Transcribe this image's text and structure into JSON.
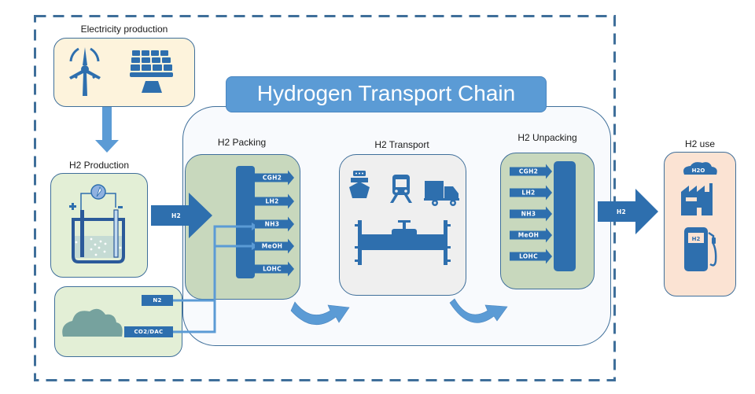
{
  "title": "Hydrogen Transport Chain",
  "stages": {
    "electricity": {
      "label": "Electricity production",
      "icons": [
        "wind-turbine-icon",
        "solar-panel-icon"
      ]
    },
    "production": {
      "label": "H2 Production",
      "icon": "electrolyzer-icon"
    },
    "feedstock": {
      "icon": "cloud-icon",
      "inputs": [
        "N2",
        "CO2/DAC"
      ]
    },
    "packing": {
      "label": "H2 Packing",
      "carriers": [
        "CGH2",
        "LH2",
        "NH3",
        "MeOH",
        "LOHC"
      ]
    },
    "transport": {
      "label": "H2 Transport",
      "icons": [
        "ship-icon",
        "train-icon",
        "truck-icon",
        "pipeline-icon"
      ]
    },
    "unpacking": {
      "label": "H2 Unpacking",
      "carriers": [
        "CGH2",
        "LH2",
        "NH3",
        "MeOH",
        "LOHC"
      ]
    },
    "use": {
      "label": "H2 use",
      "icons": [
        "factory-h2o-icon",
        "h2-fuel-pump-icon"
      ],
      "cloud_text": "H2O",
      "pump_text": "H2"
    }
  },
  "flows": {
    "production_to_packing": "H2",
    "unpacking_to_use": "H2"
  },
  "colors": {
    "primary_blue": "#2e6fae",
    "light_blue": "#5b9bd5",
    "border_blue": "#3f6f9a",
    "electricity_bg": "#fdf3dc",
    "production_bg": "#e3efd6",
    "packing_bg": "#c8d8bd",
    "transport_bg": "#efefef",
    "use_bg": "#fbe3d3",
    "chain_bg": "#f8fafd",
    "cloud": "#76a29e"
  }
}
